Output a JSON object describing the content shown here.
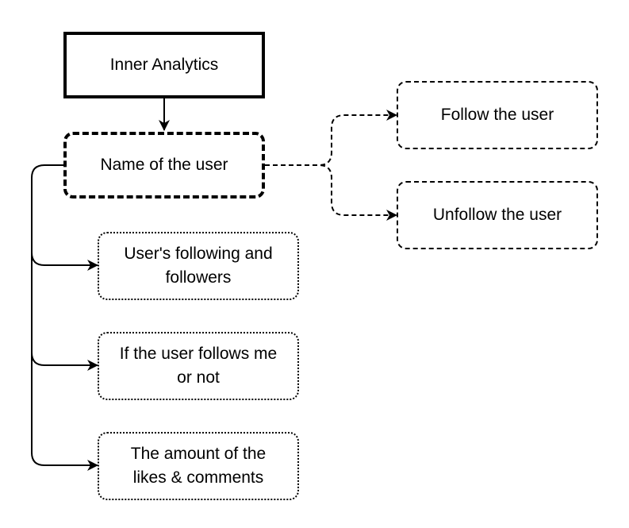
{
  "nodes": {
    "root": {
      "line1": "Inner Analytics"
    },
    "user": {
      "line1": "Name of the user"
    },
    "follow": {
      "line1": "Follow the user"
    },
    "unfollow": {
      "line1": "Unfollow the user"
    },
    "following": {
      "line1": "User's following and",
      "line2": "followers"
    },
    "follows_me": {
      "line1": "If the user follows me",
      "line2": "or not"
    },
    "likes": {
      "line1": "The amount of the",
      "line2": "likes & comments"
    }
  },
  "colors": {
    "stroke": "#000000",
    "background": "#ffffff"
  }
}
